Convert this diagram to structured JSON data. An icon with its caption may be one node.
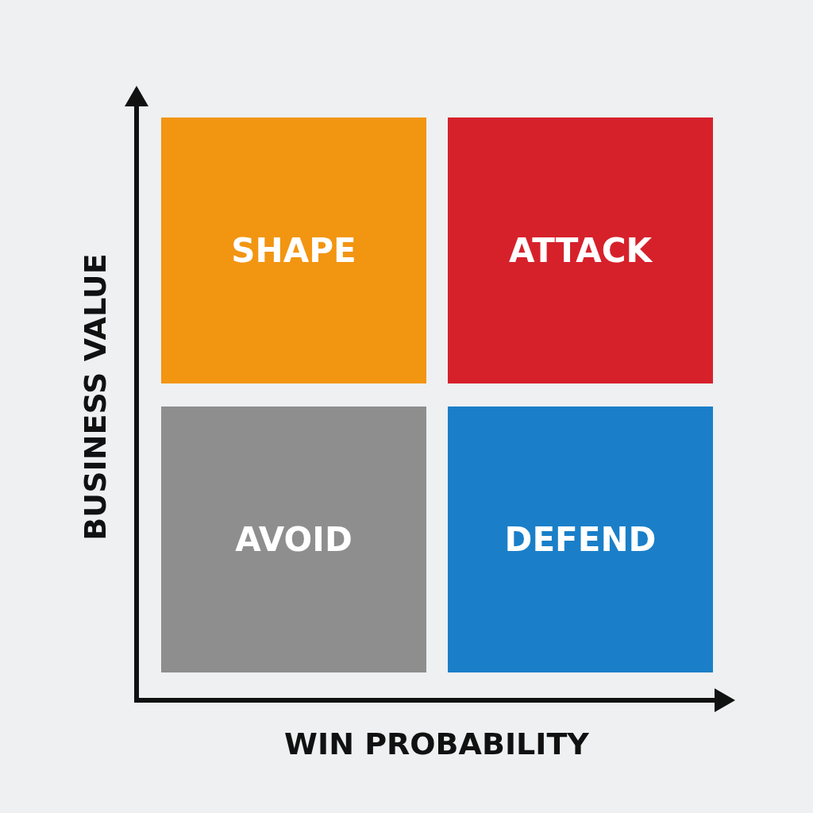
{
  "diagram": {
    "nodes": [
      {
        "text": [
          "SHAPE"
        ]
      },
      {
        "text": [
          "ATTACK"
        ]
      },
      {
        "text": [
          "AVOID"
        ]
      },
      {
        "text": [
          "DEFEND"
        ]
      }
    ],
    "labels": [
      "BUSINESS VALUE",
      "WIN PROBABILITY"
    ]
  }
}
